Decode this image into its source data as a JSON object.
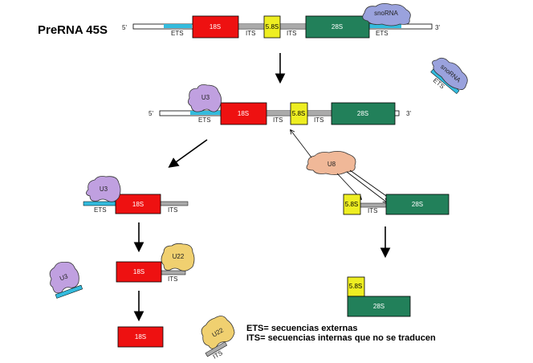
{
  "title": "PreRNA 45S",
  "labels": {
    "five_prime": "5'",
    "three_prime": "3'",
    "ets": "ETS",
    "its": "ITS",
    "s18": "18S",
    "s58": "5.8S",
    "s28": "28S",
    "snorna": "snoRNA",
    "u3": "U3",
    "u8": "U8",
    "u22": "U22"
  },
  "legend": {
    "ets_def": "ETS= secuencias externas",
    "its_def": "ITS= secuencias internas que no se traducen"
  },
  "colors": {
    "s18": "#ee1111",
    "s58": "#eeee22",
    "s28": "#22805a",
    "ets": "#33bbdd",
    "its": "#aaaaaa",
    "snorna": "#9aa2dd",
    "u3": "#c0a0e0",
    "u8": "#f0b898",
    "u22": "#f0d070"
  }
}
